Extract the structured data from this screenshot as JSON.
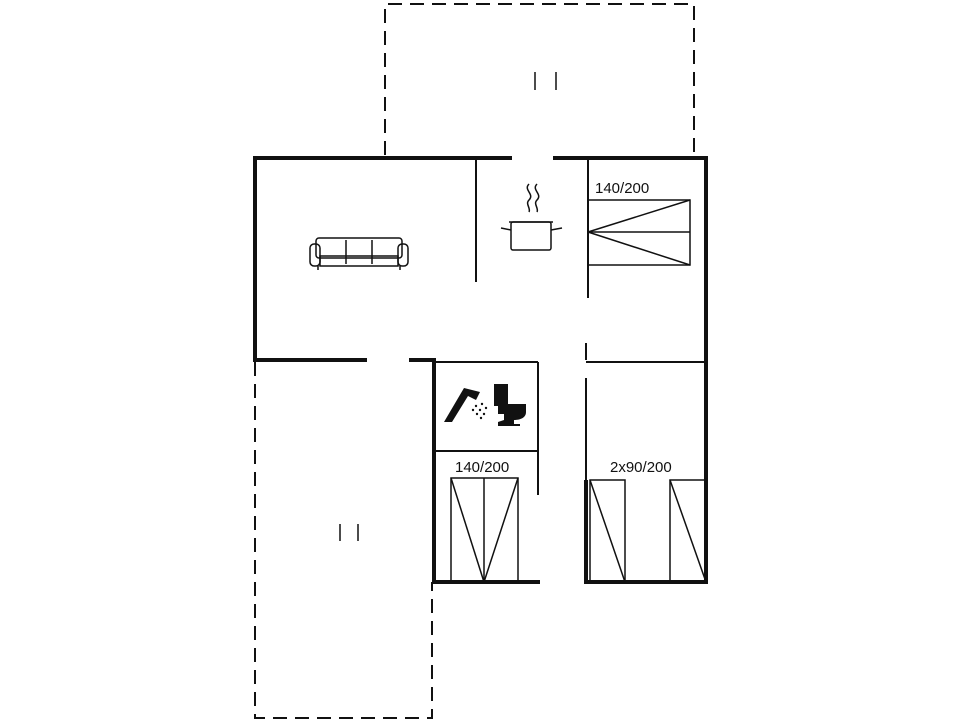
{
  "bed_labels": {
    "bedroom_1": "140/200",
    "bedroom_2": "140/200",
    "bedroom_3": "2x90/200"
  },
  "icons": [
    "sofa-icon",
    "cooking-pot-icon",
    "shower-icon",
    "toilet-icon",
    "bed-icon"
  ],
  "colors": {
    "line": "#111111",
    "background": "#ffffff"
  }
}
